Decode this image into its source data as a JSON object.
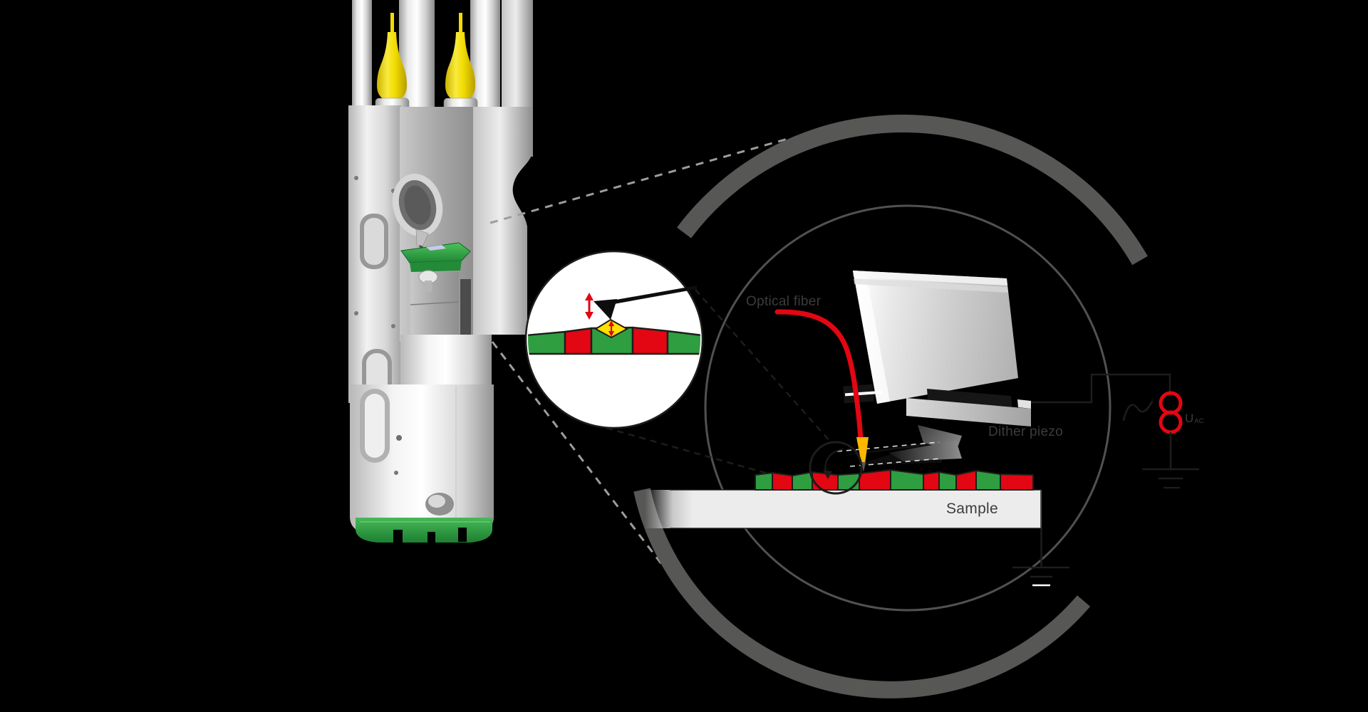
{
  "labels": {
    "optical_fiber": "Optical fiber",
    "dither_piezo": "Dither piezo",
    "sample": "Sample"
  },
  "circuit": {
    "voltage_symbol": "U",
    "voltage_subscript": "AC"
  },
  "colors": {
    "background": "#000000",
    "green": "#2f9e41",
    "red": "#e30613",
    "yellow": "#ffe000",
    "tip_yellow": "#ffb600",
    "arc_gray": "#575756",
    "circle_gray": "#515150",
    "dash_gray": "#9d9d9c",
    "label_gray": "#3c3c3b",
    "base_green": "#2f9e41",
    "boot_yellow": "#f2dc00"
  },
  "sample_pattern": {
    "colors": [
      "green",
      "red",
      "green",
      "red",
      "green",
      "red",
      "green",
      "red",
      "green",
      "red",
      "green",
      "red"
    ],
    "widths": [
      24,
      28,
      28,
      36,
      30,
      44,
      46,
      22,
      24,
      28,
      34,
      46
    ]
  },
  "inset_pattern": {
    "colors": [
      "green",
      "red",
      "green",
      "red",
      "green"
    ],
    "widths": [
      55,
      37,
      58,
      49,
      49
    ]
  },
  "glyphs": {
    "ac_source": "ac-source-icon",
    "ground_source": "ground-icon",
    "ground_sample": "ground-icon",
    "oscillation_large": "red-double-arrow-icon",
    "oscillation_small": "red-double-arrow-icon",
    "sine": "ac-sine-icon",
    "magnifier": "loupe-circle-icon"
  }
}
